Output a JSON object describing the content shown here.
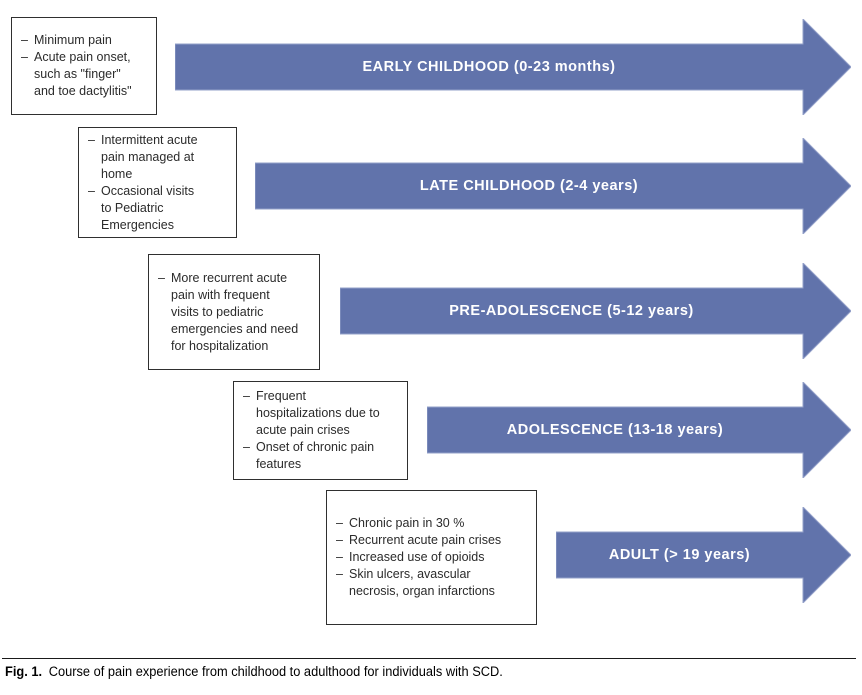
{
  "colors": {
    "arrow_fill": "#6173AB",
    "arrow_edge": "#93A0C9",
    "arrow_label": "#FFFFFF",
    "box_border": "#2F2F2F",
    "box_text": "#2B2B2B",
    "caption": "#000000",
    "rule": "#1A1A1A",
    "background": "#FFFFFF"
  },
  "figure": {
    "bullet_char": "–",
    "stages": [
      {
        "arrow_label": "EARLY CHILDHOOD (0-23 months)",
        "notes": [
          "Minimum pain",
          "Acute pain onset,\nsuch as \"finger\"\nand toe dactylitis\""
        ]
      },
      {
        "arrow_label": "LATE CHILDHOOD (2-4 years)",
        "notes": [
          "Intermittent acute\npain managed at\nhome",
          "Occasional visits\nto Pediatric\nEmergencies"
        ]
      },
      {
        "arrow_label": "PRE-ADOLESCENCE (5-12 years)",
        "notes": [
          "More recurrent acute\npain with frequent\nvisits to pediatric\nemergencies and need\nfor hospitalization"
        ]
      },
      {
        "arrow_label": "ADOLESCENCE (13-18 years)",
        "notes": [
          "Frequent\nhospitalizations due to\nacute pain crises",
          "Onset of chronic pain\nfeatures"
        ]
      },
      {
        "arrow_label": "ADULT (> 19 years)",
        "notes": [
          "Chronic pain in 30 %",
          "Recurrent acute pain crises",
          "Increased use of opioids",
          "Skin ulcers, avascular\nnecrosis, organ infarctions"
        ]
      }
    ],
    "caption": {
      "label": "Fig. 1.",
      "text": "Course of pain experience from childhood to adulthood for individuals with SCD."
    }
  }
}
